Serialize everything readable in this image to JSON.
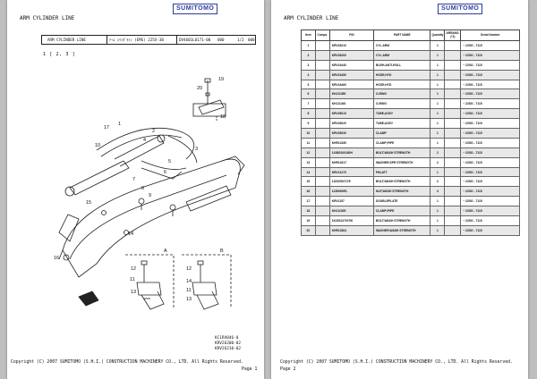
{
  "brand": "SUMITOMO",
  "left_page": {
    "title": "ARM CYLINDER LINE",
    "header_row": {
      "name": "ARM CYLINDER LINE",
      "jp": "ｱｰﾑ ｼﾘﾝﾀﾞﾗｲﾝ (EMS) 225X-3B",
      "code": "DV4601L0171-00",
      "seq": "000",
      "page": "1/2",
      "suffix": "000"
    },
    "page_index": "1 [ 2, 3 ]",
    "callouts": [
      "19",
      "20",
      "18",
      "1",
      "2",
      "3",
      "4",
      "17",
      "14",
      "10",
      "5",
      "6",
      "7",
      "8",
      "9",
      "16",
      "15",
      "11",
      "12",
      "13",
      "14",
      "12",
      "11",
      "13",
      "A",
      "B"
    ],
    "codes": [
      "KC1RV046-0",
      "KRV26200-02",
      "KRV26210-02"
    ],
    "copyright": "Copyright (C) 2007 SUMITOMO (S.H.I.) CONSTRUCTION MACHINERY CO., LTD. All Rights Reserved.",
    "page_label": "Page 1"
  },
  "right_page": {
    "title": "ARM CYLINDER LINE",
    "columns": [
      "Item",
      "Comps.",
      "P/N",
      "PART NAME",
      "Quantity",
      "ARRANG. (*1)",
      "Serial Number"
    ],
    "rows": [
      [
        "1",
        "",
        "KRV26210",
        "CYL.ARM",
        "1",
        "",
        "~ 22SG - 7115"
      ],
      [
        "2",
        "",
        "KRV26200",
        "CYL.ARM",
        "1",
        "",
        "~ 22SG - 7115"
      ],
      [
        "3",
        "",
        "KRV24440",
        "BUSH-ANTI-ROLL",
        "1",
        "",
        "~ 22SG - 7115"
      ],
      [
        "4",
        "",
        "KRV24450",
        "HOSE;HYD",
        "1",
        "",
        "~ 22SG - 7115"
      ],
      [
        "5",
        "",
        "KRV24460",
        "HOSE;HYD",
        "1",
        "",
        "~ 22SG - 7115"
      ],
      [
        "6",
        "",
        "KHJ11350",
        "O-RING",
        "1",
        "",
        "~ 22SG - 7115"
      ],
      [
        "7",
        "",
        "KHJ11340",
        "O-RING",
        "1",
        "",
        "~ 22SG - 7115"
      ],
      [
        "8",
        "",
        "KRV26010",
        "TUBE;ASSY",
        "1",
        "",
        "~ 22SG - 7115"
      ],
      [
        "9",
        "",
        "KRV26020",
        "TUBE;ASSY",
        "1",
        "",
        "~ 22SG - 7115"
      ],
      [
        "10",
        "",
        "KRV26030",
        "CLAMP",
        "1",
        "",
        "~ 22SG - 7115"
      ],
      [
        "11",
        "",
        "KHR13150",
        "CLAMP;PIPE",
        "1",
        "",
        "~ 22SG - 7115"
      ],
      [
        "12",
        "",
        "141B0100160H",
        "BOLT;WASH STRENGTH",
        "2",
        "",
        "~ 22SG - 7115"
      ],
      [
        "13",
        "",
        "KHR13217",
        "WASHER;SPR STRENGTH",
        "2",
        "",
        "~ 22SG - 7115"
      ],
      [
        "14",
        "",
        "KRV13170",
        "PIN;ATT",
        "1",
        "",
        "~ 22SG - 7115"
      ],
      [
        "15",
        "",
        "13Z2050Y17E",
        "BOLT;WASH STRENGTH",
        "2",
        "",
        "~ 22SG - 7115"
      ],
      [
        "16",
        "",
        "11Z6060R1",
        "NUT;WASH STRENGTH",
        "4",
        "",
        "~ 22SG - 7115"
      ],
      [
        "17",
        "",
        "KRV1157",
        "DOUBLEPLATE",
        "1",
        "",
        "~ 22SG - 7115"
      ],
      [
        "18",
        "",
        "KHJ11005",
        "CLAMP;PIPE",
        "1",
        "",
        "~ 22SG - 7115"
      ],
      [
        "19",
        "",
        "1K2001270Y5S",
        "BOLT;WASH STRENGTH",
        "1",
        "",
        "~ 22SG - 7115"
      ],
      [
        "20",
        "",
        "KHR13304",
        "WASHER;WASH STRENGTH",
        "1",
        "",
        "~ 22SG - 7115"
      ]
    ],
    "copyright": "Copyright (C) 2007 SUMITOMO (S.H.I.) CONSTRUCTION MACHINERY CO., LTD. All Rights Reserved.",
    "page_label": "Page 2"
  }
}
